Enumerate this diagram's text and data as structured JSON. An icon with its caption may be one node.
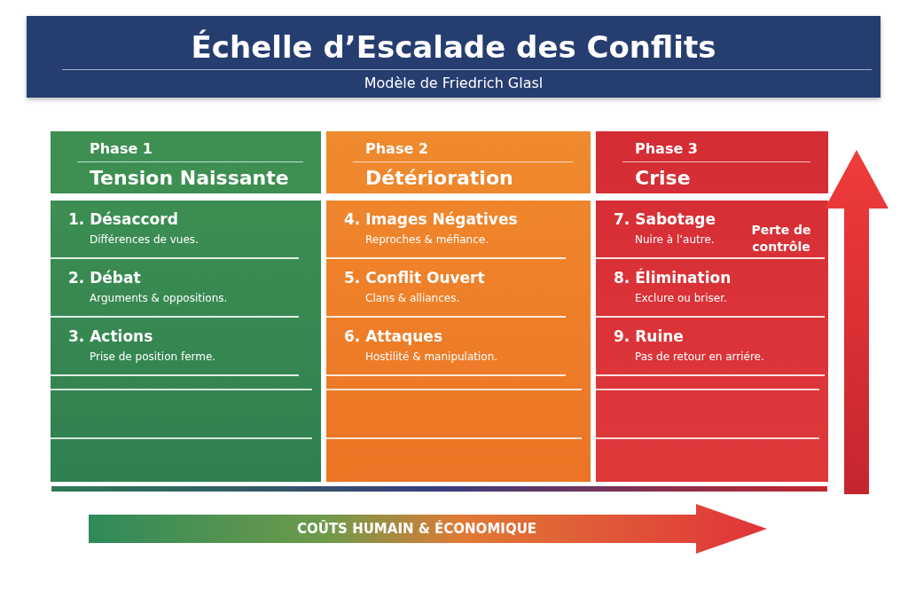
{
  "diagram": {
    "title": "Échelle d’Escalade des Conflits",
    "nodes": [
      {
        "text": [
          "Phase 1",
          "Tension Naissante"
        ]
      },
      {
        "text": [
          "1. Désaccord",
          "Différences de vues."
        ],
        "in": 0
      },
      {
        "text": [
          "2. Débat",
          "Arguments & oppositions."
        ],
        "in": 0
      },
      {
        "text": [
          "3. Actions",
          "Prise de position ferme."
        ],
        "in": 0
      },
      {
        "text": [
          "Phase 2",
          "Détérioration"
        ]
      },
      {
        "text": [
          "4. Images Négatives",
          "Reproches & méfiance."
        ],
        "in": 4
      },
      {
        "text": [
          "5. Conflit Ouvert",
          "Clans & alliances."
        ],
        "in": 4
      },
      {
        "text": [
          "6. Attaques",
          "Hostilité & manipulation."
        ],
        "in": 4
      },
      {
        "text": [
          "Phase 3",
          "Crise"
        ]
      },
      {
        "text": [
          "7. Sabotage",
          "Nuire à l’autre."
        ],
        "in": 8
      },
      {
        "text": [
          "8. Élimination",
          "Exclure ou briser."
        ],
        "in": 8
      },
      {
        "text": [
          "9. Ruine",
          "Pas de retour en arriére."
        ],
        "in": 8
      }
    ],
    "edges": [],
    "labels": [
      "Modèle de Friedrich Glasl",
      "Perte de contrôle",
      "COÛTS HUMAIN & ÉCONOMIQUE"
    ]
  }
}
